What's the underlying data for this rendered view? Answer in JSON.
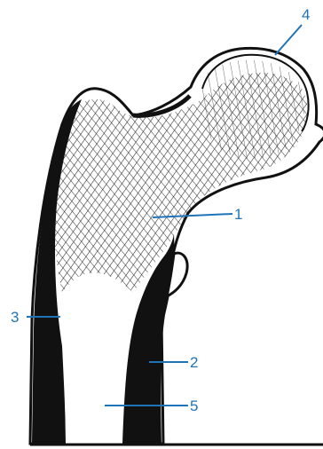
{
  "diagram": {
    "labels": {
      "l1": "1",
      "l2": "2",
      "l3": "3",
      "l4": "4",
      "l5": "5"
    },
    "colors": {
      "callout": "#1f73b7",
      "ink": "#111111",
      "paper": "#ffffff"
    }
  }
}
